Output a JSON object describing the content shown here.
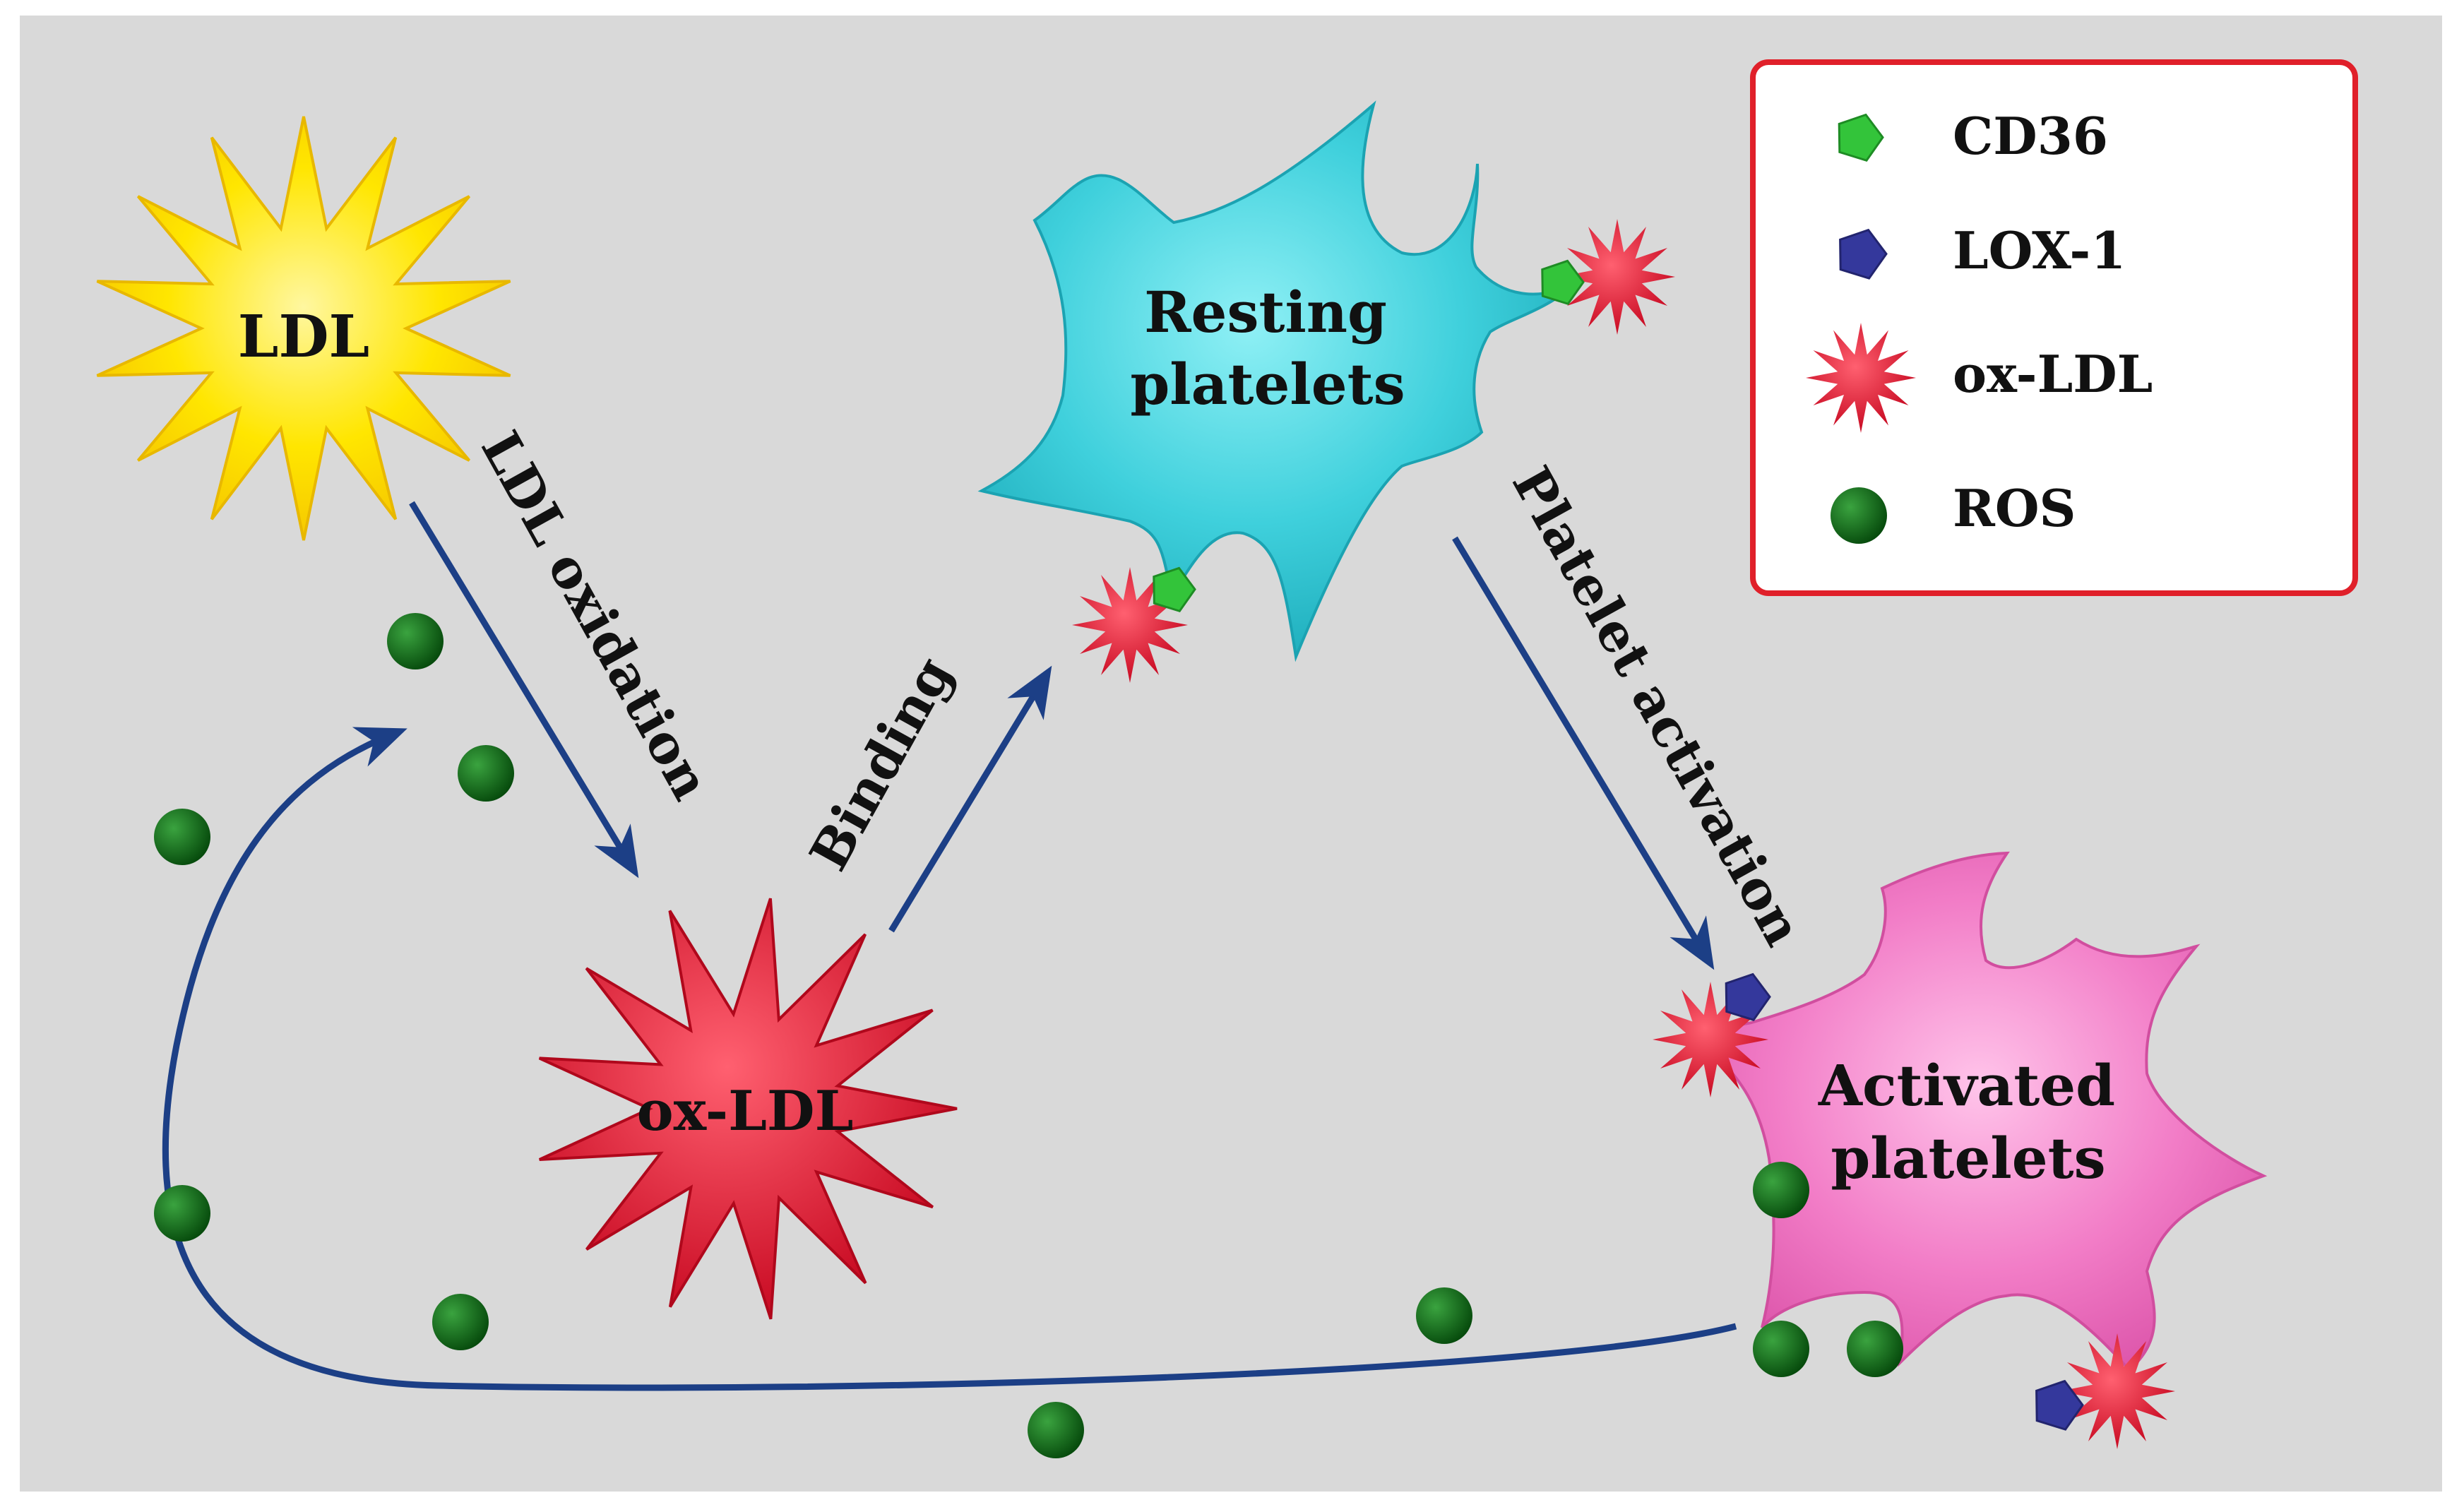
{
  "nodes": {
    "ldl": "LDL",
    "ox_ldl": "ox-LDL",
    "resting": [
      "Resting",
      "platelets"
    ],
    "activated": [
      "Activated",
      "platelets"
    ]
  },
  "edges": {
    "oxidation": "LDL oxidation",
    "binding": "Binding",
    "activation": "Platelet activation"
  },
  "legend": {
    "items": [
      {
        "label": "CD36",
        "icon": "green-pentagon"
      },
      {
        "label": "LOX-1",
        "icon": "blue-pentagon"
      },
      {
        "label": "ox-LDL",
        "icon": "red-starburst"
      },
      {
        "label": "ROS",
        "icon": "green-circle"
      }
    ]
  },
  "colors": {
    "background": "#d9d9d9",
    "arrow": "#1c3f86",
    "ldl": "#ffe600",
    "ox_ldl": "#e8101e",
    "resting": "#35c9d6",
    "activated": "#ef6fbd",
    "ros": "#0c6b14",
    "cd36": "#33c43a",
    "lox1": "#34389c",
    "legend_border": "#e0202a"
  }
}
